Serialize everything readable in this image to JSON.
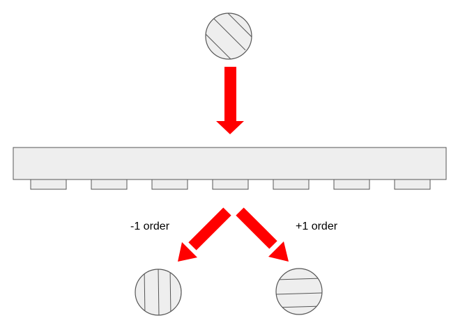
{
  "labels": {
    "minus_order": "-1 order",
    "plus_order": "+1 order"
  },
  "colors": {
    "arrow": "#ff0000",
    "grating_fill": "#eeeeee",
    "stroke": "#555555",
    "circle_fill": "#eeeeee"
  },
  "grating": {
    "tooth_count": 7
  },
  "icons": {
    "incident": "incident-wave-diagonal-fringes-icon",
    "minus": "diffracted-wave-vertical-fringes-icon",
    "plus": "diffracted-wave-horizontal-fringes-icon"
  }
}
